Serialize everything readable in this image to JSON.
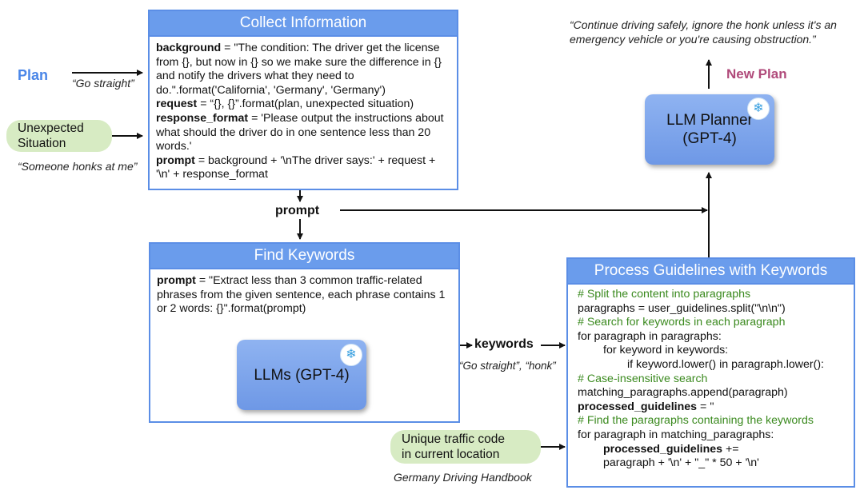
{
  "plan_label": "Plan",
  "plan_quote": "“Go straight”",
  "unexpected": {
    "line1": "Unexpected",
    "line2": "Situation"
  },
  "unexpected_quote": "“Someone honks at me”",
  "collect": {
    "title": "Collect Information",
    "lines": [
      {
        "key": "background",
        "text": " = \"The condition: The driver get the license from {}, but now in {} so we make sure the difference in {} and notify the drivers what they need to do.\".format('California', 'Germany', 'Germany')"
      },
      {
        "key": "request",
        "text": " = “{}, {}”.format(plan, unexpected situation)"
      },
      {
        "key": "response_format",
        "text": " = 'Please output the instructions about what should the driver do in one sentence less than 20 words.'"
      },
      {
        "key": "prompt",
        "text": " = background + '\\nThe driver says:' + request + '\\n' + response_format"
      }
    ]
  },
  "prompt_label": "prompt",
  "find": {
    "title": "Find Keywords",
    "key": "prompt",
    "text": " = \"Extract less than 3 common traffic-related phrases from the given sentence, each phrase contains 1 or 2 words: {}\".format(prompt)",
    "llm": "LLMs (GPT-4)"
  },
  "keywords_label": "keywords",
  "keywords_quote": "“Go straight”, “honk”",
  "process": {
    "title": "Process Guidelines with Keywords",
    "code": [
      {
        "t": "# Split the content into paragraphs",
        "c": "cmt",
        "ind": ""
      },
      {
        "t": "paragraphs = user_guidelines.split(\"\\n\\n\")",
        "c": "",
        "ind": ""
      },
      {
        "t": "# Search for keywords in each paragraph",
        "c": "cmt",
        "ind": ""
      },
      {
        "t": "for paragraph in paragraphs:",
        "c": "",
        "ind": ""
      },
      {
        "t": "for keyword in keywords:",
        "c": "",
        "ind": "ind1"
      },
      {
        "t": "if keyword.lower() in paragraph.lower():",
        "c": "",
        "ind": "ind2"
      },
      {
        "t": "# Case-insensitive search",
        "c": "cmt",
        "ind": ""
      },
      {
        "t": "matching_paragraphs.append(paragraph)",
        "c": "",
        "ind": ""
      },
      {
        "t": "processed_guidelines = ''",
        "c": "bold1",
        "ind": ""
      },
      {
        "t": "# Find the paragraphs containing the keywords",
        "c": "cmt",
        "ind": ""
      },
      {
        "t": "for paragraph in matching_paragraphs:",
        "c": "",
        "ind": ""
      },
      {
        "t": "processed_guidelines +=",
        "c": "bold2",
        "ind": "ind1"
      },
      {
        "t": "paragraph + '\\n' + \"_\" * 50 + '\\n'",
        "c": "",
        "ind": "ind1"
      }
    ]
  },
  "unique": {
    "line1": "Unique traffic code",
    "line2": "in current location"
  },
  "handbook": "Germany Driving Handbook",
  "planner": {
    "line1": "LLM Planner",
    "line2": "(GPT-4)"
  },
  "new_plan": "New Plan",
  "output_quote": "“Continue driving safely, ignore the honk unless it's an emergency vehicle or you're causing obstruction.”",
  "colors": {
    "panel_header": "#6a9cec",
    "panel_border": "#5b8ee6",
    "plan_blue": "#4a86e8",
    "new_plan_pink": "#b04a7a",
    "pill_green": "#d7ebc3",
    "comment_green": "#3b8a1f"
  },
  "icons": {
    "freeze": "snowflake-icon"
  }
}
